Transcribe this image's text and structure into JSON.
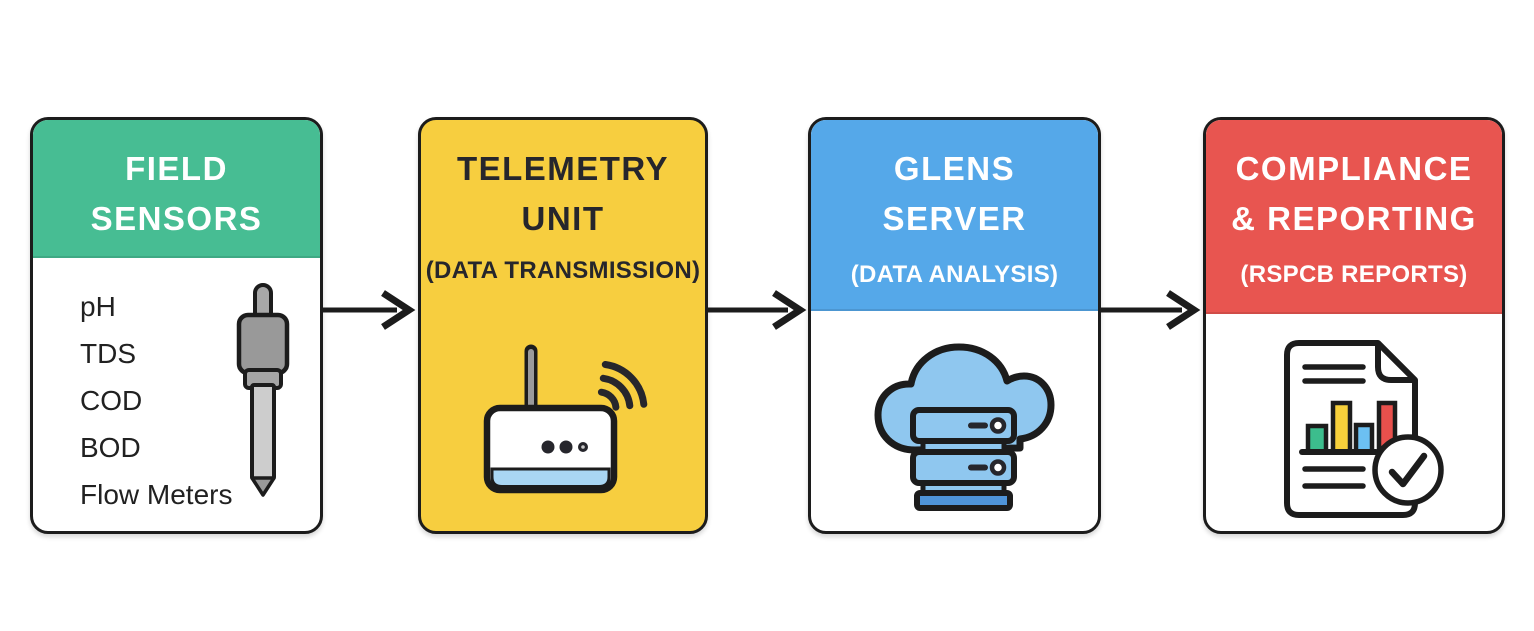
{
  "flow": {
    "stages": [
      {
        "name": "field-sensors",
        "title_line1": "FIELD",
        "title_line2": "SENSORS",
        "header_color": "#47bd93",
        "items": [
          "pH",
          "TDS",
          "COD",
          "BOD",
          "Flow Meters"
        ],
        "icon": "sensor-probe-icon"
      },
      {
        "name": "telemetry-unit",
        "title_line1": "TELEMETRY",
        "title_line2": "UNIT",
        "subtitle": "(DATA TRANSMISSION)",
        "header_color": "#f7ce3f",
        "icon": "wireless-router-icon"
      },
      {
        "name": "glens-server",
        "title_line1": "GLENS",
        "title_line2": "SERVER",
        "subtitle": "(DATA ANALYSIS)",
        "header_color": "#55a8e9",
        "icon": "cloud-server-icon"
      },
      {
        "name": "compliance-reporting",
        "title_line1": "COMPLIANCE",
        "title_line2": "& REPORTING",
        "subtitle": "(RSPCB REPORTS)",
        "header_color": "#e85550",
        "icon": "report-check-icon"
      }
    ],
    "colors": {
      "outline": "#1c1c1c",
      "card_body": "#ffffff",
      "green": "#47bd93",
      "yellow": "#f7ce3f",
      "blue": "#55a8e9",
      "red": "#e85550",
      "icon_light_blue": "#8fc7ef",
      "icon_dark_blue": "#4f94d8",
      "bar_green": "#3cbd8d",
      "bar_yellow": "#f7d03b",
      "bar_blue": "#6cc0f2",
      "bar_red": "#e8504c"
    }
  }
}
